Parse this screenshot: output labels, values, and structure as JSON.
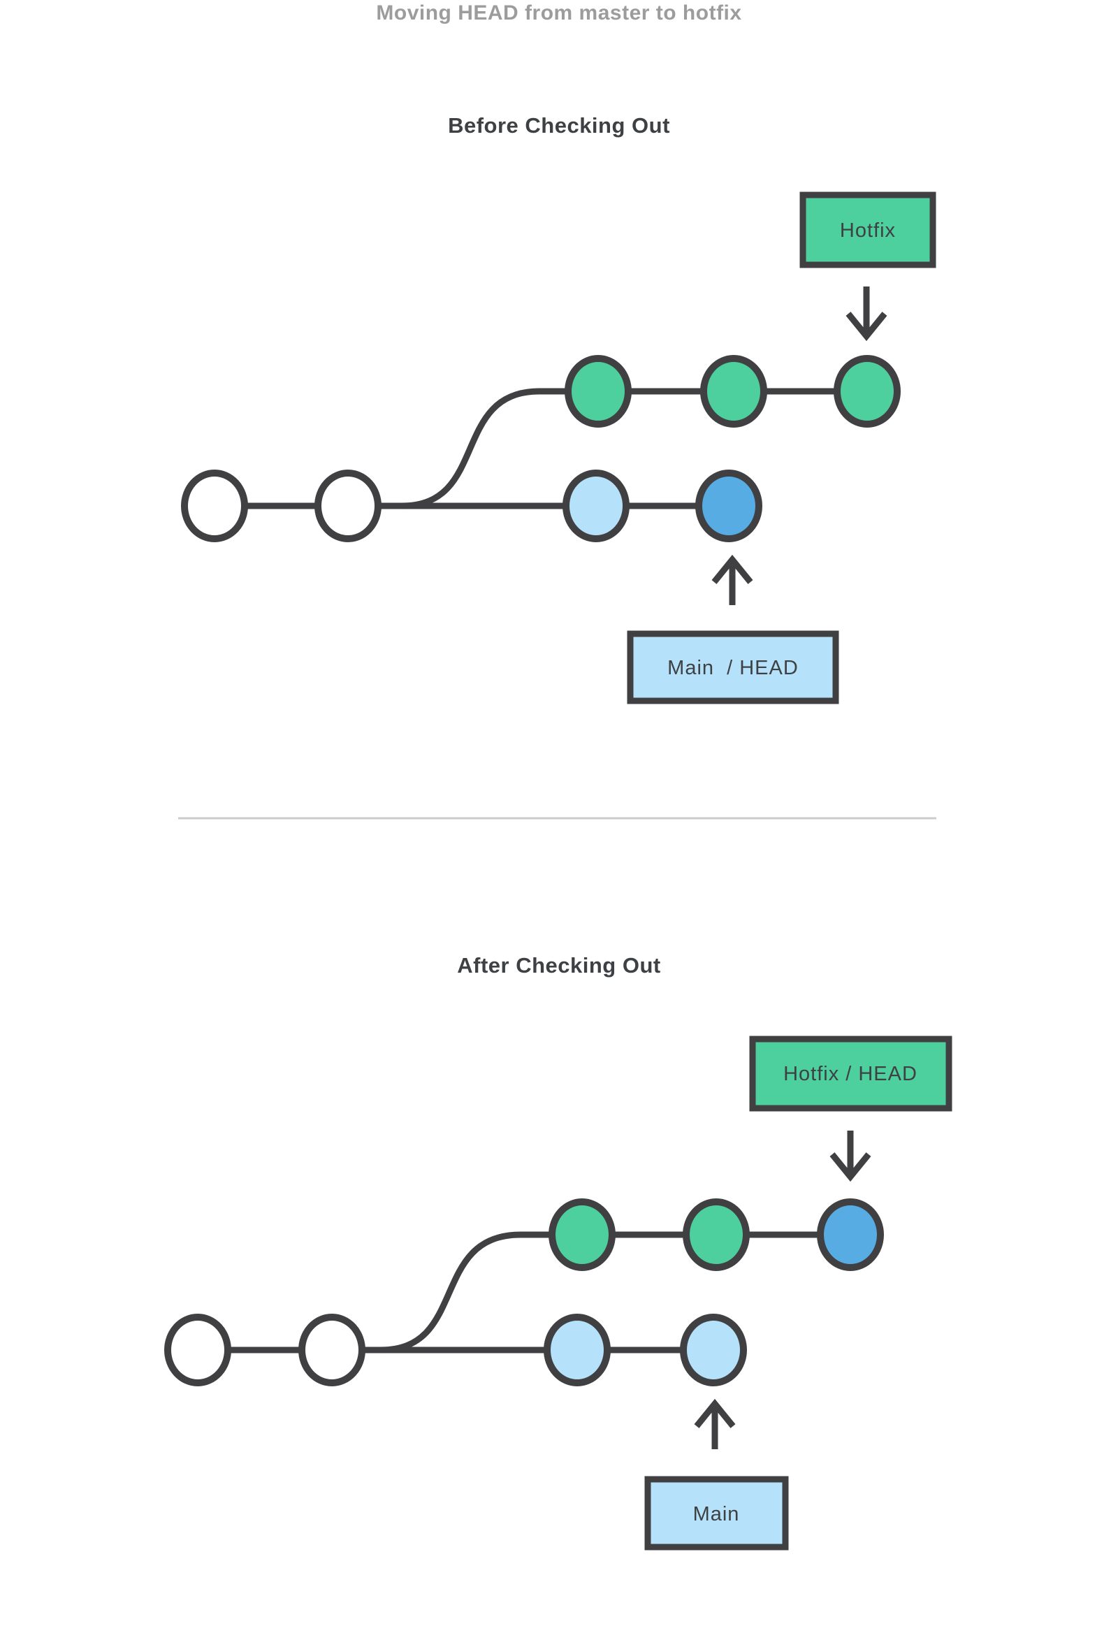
{
  "page": {
    "title": "Moving HEAD from master to hotfix"
  },
  "colors": {
    "stroke": "#404043",
    "green": "#4dcf9e",
    "light_blue": "#b5e2fa",
    "blue": "#57ace3",
    "white": "#ffffff",
    "divider": "#cccccc",
    "text": "#3e4144",
    "title_gray": "#9c9c9c"
  },
  "sections": [
    {
      "id": "before",
      "heading": "Before Checking Out",
      "branch_box": {
        "label": "Hotfix",
        "fill": "#4dcf9e"
      },
      "main_box": {
        "label": "Main  / HEAD",
        "fill": "#b5e2fa"
      },
      "branches": {
        "main": {
          "nodes": [
            "white",
            "white",
            "light_blue",
            "blue"
          ]
        },
        "hotfix": {
          "nodes": [
            "green",
            "green",
            "green"
          ]
        }
      }
    },
    {
      "id": "after",
      "heading": "After Checking Out",
      "branch_box": {
        "label": "Hotfix / HEAD",
        "fill": "#4dcf9e"
      },
      "main_box": {
        "label": "Main",
        "fill": "#b5e2fa"
      },
      "branches": {
        "main": {
          "nodes": [
            "white",
            "white",
            "light_blue",
            "light_blue"
          ]
        },
        "hotfix": {
          "nodes": [
            "green",
            "green",
            "blue"
          ]
        }
      }
    }
  ]
}
